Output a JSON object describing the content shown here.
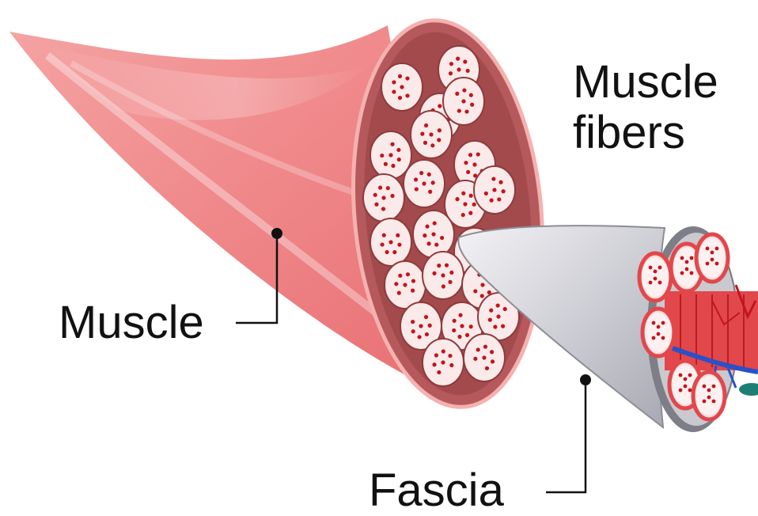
{
  "labels": {
    "muscle": "Muscle",
    "fascia": "Fascia",
    "muscle_fibers_line1": "Muscle",
    "muscle_fibers_line2": "fibers"
  },
  "colors": {
    "muscle_body": "#f08a8c",
    "muscle_body_light": "#f8c3c2",
    "cross_section_rim": "#a95557",
    "bundle_fill": "#fbeaea",
    "bundle_dot": "#c4141c",
    "fascia_sheath": "#cfcfd6",
    "fiber_red": "#e2474b",
    "vessel_blue": "#2b50c9",
    "leader_line": "#111111"
  }
}
